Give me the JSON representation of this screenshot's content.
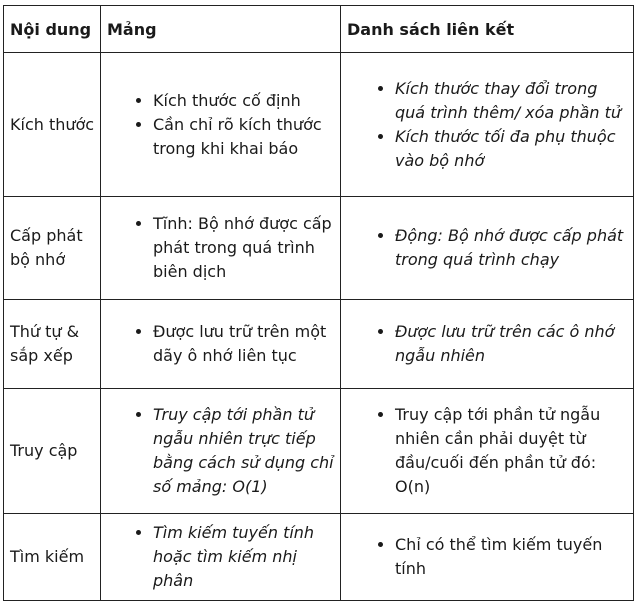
{
  "headers": [
    "Nội dung",
    "Mảng",
    "Danh sách liên kết"
  ],
  "rows": [
    {
      "label": "Kích thước",
      "array": {
        "italic": false,
        "items": [
          "Kích thước cố định",
          "Cần chỉ rõ kích thước trong khi khai báo"
        ]
      },
      "linked": {
        "italic": true,
        "items": [
          "Kích thước thay đổi trong quá trình thêm/ xóa phần tử",
          "Kích thước tối đa phụ thuộc vào bộ nhớ"
        ]
      }
    },
    {
      "label": "Cấp phát bộ nhớ",
      "array": {
        "italic": false,
        "items": [
          "Tĩnh: Bộ nhớ được cấp phát trong quá trình biên dịch"
        ]
      },
      "linked": {
        "italic": true,
        "items": [
          "Động: Bộ nhớ được cấp phát trong quá trình chạy"
        ]
      }
    },
    {
      "label": "Thứ tự & sắp xếp",
      "array": {
        "italic": false,
        "items": [
          "Được lưu trữ trên một dãy ô nhớ liên tục"
        ]
      },
      "linked": {
        "italic": true,
        "items": [
          "Được lưu trữ trên các ô nhớ ngẫu nhiên"
        ]
      }
    },
    {
      "label": "Truy cập",
      "array": {
        "italic": true,
        "items": [
          "Truy cập tới phần tử ngẫu nhiên trực tiếp bằng cách sử dụng chỉ số mảng: O(1)"
        ]
      },
      "linked": {
        "italic": false,
        "items": [
          "Truy cập tới phần tử ngẫu nhiên cần phải duyệt từ đầu/cuối đến phần tử đó: O(n)"
        ]
      }
    },
    {
      "label": "Tìm kiếm",
      "array": {
        "italic": true,
        "items": [
          "Tìm kiếm tuyến tính hoặc tìm kiếm nhị phân"
        ]
      },
      "linked": {
        "italic": false,
        "items": [
          "Chỉ có thể tìm kiếm tuyến tính"
        ]
      }
    }
  ]
}
